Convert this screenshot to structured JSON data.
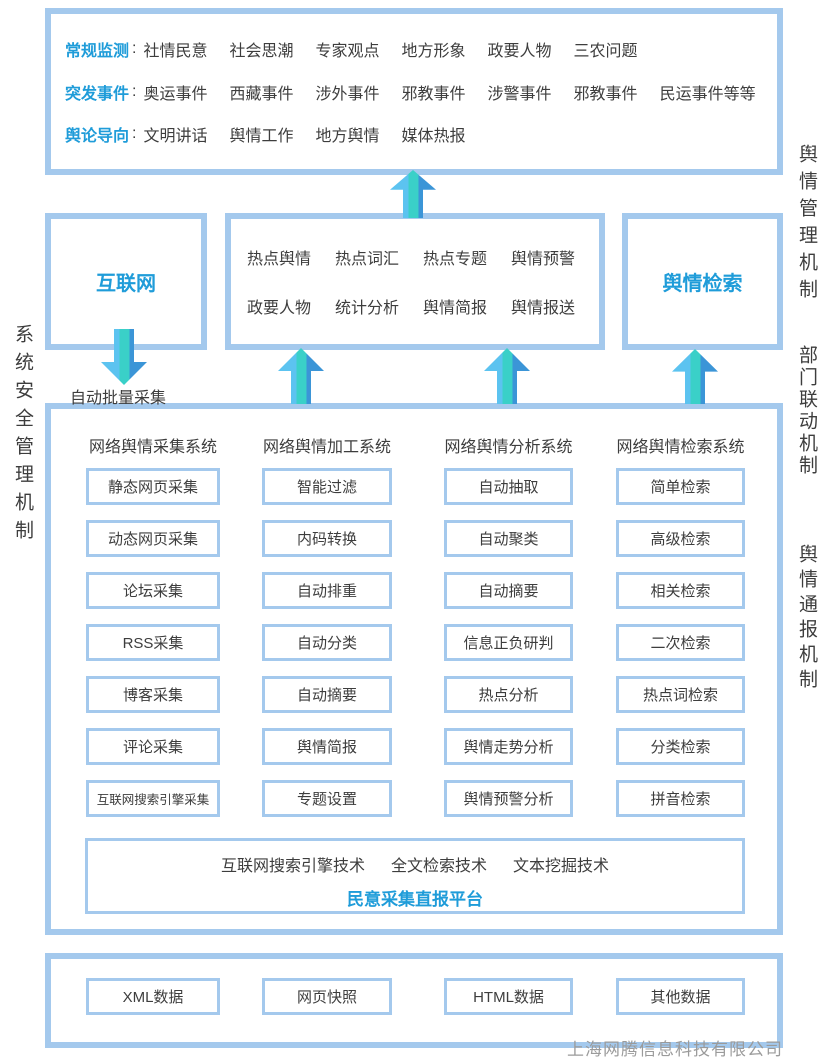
{
  "colors": {
    "border_blue": "#a4c9ed",
    "accent_blue": "#1f9cd9",
    "text_dark": "#3d3d3d",
    "arrow_light_blue": "#5cc3f0",
    "arrow_teal": "#3ad0c8",
    "arrow_deep_blue": "#3b95d7",
    "footer_gray": "#9b9b9b"
  },
  "side_labels": {
    "left": "系统安全管理机制",
    "right_top": "舆情管理机制",
    "right_middle": "部门联动机制",
    "right_bottom": "舆情通报机制"
  },
  "top_panel": {
    "colon": ":",
    "rows": [
      {
        "label": "常规监测",
        "items": [
          "社情民意",
          "社会思潮",
          "专家观点",
          "地方形象",
          "政要人物",
          "三农问题"
        ]
      },
      {
        "label": "突发事件",
        "items": [
          "奥运事件",
          "西藏事件",
          "涉外事件",
          "邪教事件",
          "涉警事件",
          "邪教事件",
          "民运事件等等"
        ]
      },
      {
        "label": "舆论导向",
        "items": [
          "文明讲话",
          "舆情工作",
          "地方舆情",
          "媒体热报"
        ]
      }
    ]
  },
  "middle": {
    "internet_label": "互联网",
    "retrieval_label": "舆情检索",
    "center_rows": [
      [
        "热点舆情",
        "热点词汇",
        "热点专题",
        "舆情预警"
      ],
      [
        "政要人物",
        "统计分析",
        "舆情简报",
        "舆情报送"
      ]
    ],
    "collect_label": "自动批量采集"
  },
  "main_panel": {
    "columns": [
      {
        "header": "网络舆情采集系统",
        "items": [
          "静态网页采集",
          "动态网页采集",
          "论坛采集",
          "RSS采集",
          "博客采集",
          "评论采集",
          "互联网搜索引擎采集"
        ]
      },
      {
        "header": "网络舆情加工系统",
        "items": [
          "智能过滤",
          "内码转换",
          "自动排重",
          "自动分类",
          "自动摘要",
          "舆情简报",
          "专题设置"
        ]
      },
      {
        "header": "网络舆情分析系统",
        "items": [
          "自动抽取",
          "自动聚类",
          "自动摘要",
          "信息正负研判",
          "热点分析",
          "舆情走势分析",
          "舆情预警分析"
        ]
      },
      {
        "header": "网络舆情检索系统",
        "items": [
          "简单检索",
          "高级检索",
          "相关检索",
          "二次检索",
          "热点词检索",
          "分类检索",
          "拼音检索"
        ]
      }
    ],
    "tech_items": [
      "互联网搜索引擎技术",
      "全文检索技术",
      "文本挖掘技术"
    ],
    "platform_label": "民意采集直报平台"
  },
  "bottom_panel": {
    "items": [
      "XML数据",
      "网页快照",
      "HTML数据",
      "其他数据"
    ]
  },
  "footer": "上海网腾信息科技有限公司"
}
